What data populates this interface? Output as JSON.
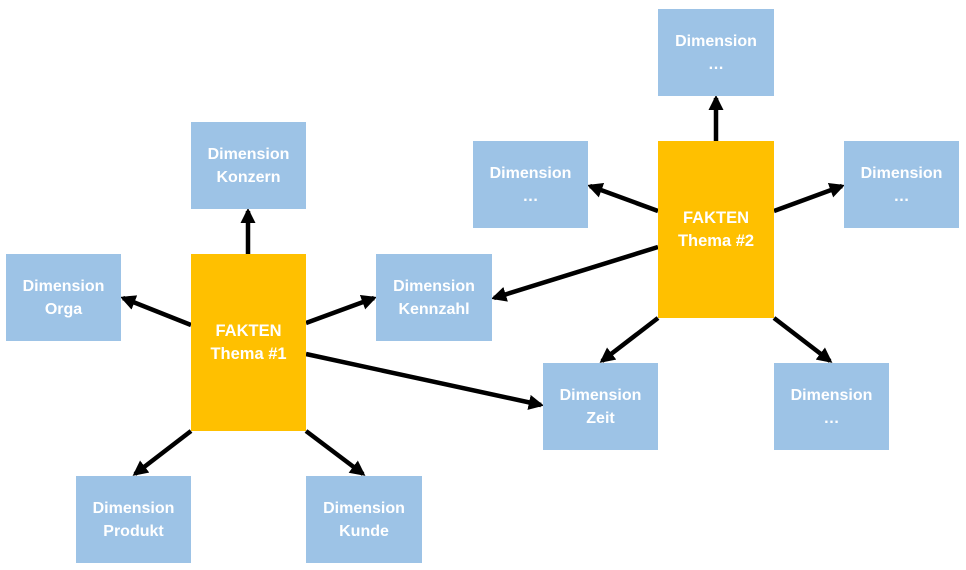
{
  "colors": {
    "dimension": "#9dc3e6",
    "fact": "#ffc000",
    "arrow": "#000000",
    "text": "#ffffff"
  },
  "facts": {
    "thema1": {
      "line1": "FAKTEN",
      "line2": "Thema #1"
    },
    "thema2": {
      "line1": "FAKTEN",
      "line2": "Thema #2"
    }
  },
  "dimensions": {
    "konzern": {
      "line1": "Dimension",
      "line2": "Konzern"
    },
    "orga": {
      "line1": "Dimension",
      "line2": "Orga"
    },
    "kennzahl": {
      "line1": "Dimension",
      "line2": "Kennzahl"
    },
    "zeit": {
      "line1": "Dimension",
      "line2": "Zeit"
    },
    "produkt": {
      "line1": "Dimension",
      "line2": "Produkt"
    },
    "kunde": {
      "line1": "Dimension",
      "line2": "Kunde"
    },
    "other_top": {
      "line1": "Dimension",
      "line2": "…"
    },
    "other_left": {
      "line1": "Dimension",
      "line2": "…"
    },
    "other_right": {
      "line1": "Dimension",
      "line2": "…"
    },
    "other_bottom": {
      "line1": "Dimension",
      "line2": "…"
    }
  },
  "connections": [
    {
      "from": "FAKTEN Thema #1",
      "to": "Dimension Konzern"
    },
    {
      "from": "FAKTEN Thema #1",
      "to": "Dimension Orga"
    },
    {
      "from": "FAKTEN Thema #1",
      "to": "Dimension Kennzahl"
    },
    {
      "from": "FAKTEN Thema #1",
      "to": "Dimension Zeit"
    },
    {
      "from": "FAKTEN Thema #1",
      "to": "Dimension Produkt"
    },
    {
      "from": "FAKTEN Thema #1",
      "to": "Dimension Kunde"
    },
    {
      "from": "FAKTEN Thema #2",
      "to": "Dimension … (top)"
    },
    {
      "from": "FAKTEN Thema #2",
      "to": "Dimension … (left)"
    },
    {
      "from": "FAKTEN Thema #2",
      "to": "Dimension … (right)"
    },
    {
      "from": "FAKTEN Thema #2",
      "to": "Dimension Kennzahl"
    },
    {
      "from": "FAKTEN Thema #2",
      "to": "Dimension Zeit"
    },
    {
      "from": "FAKTEN Thema #2",
      "to": "Dimension … (bottom)"
    }
  ]
}
